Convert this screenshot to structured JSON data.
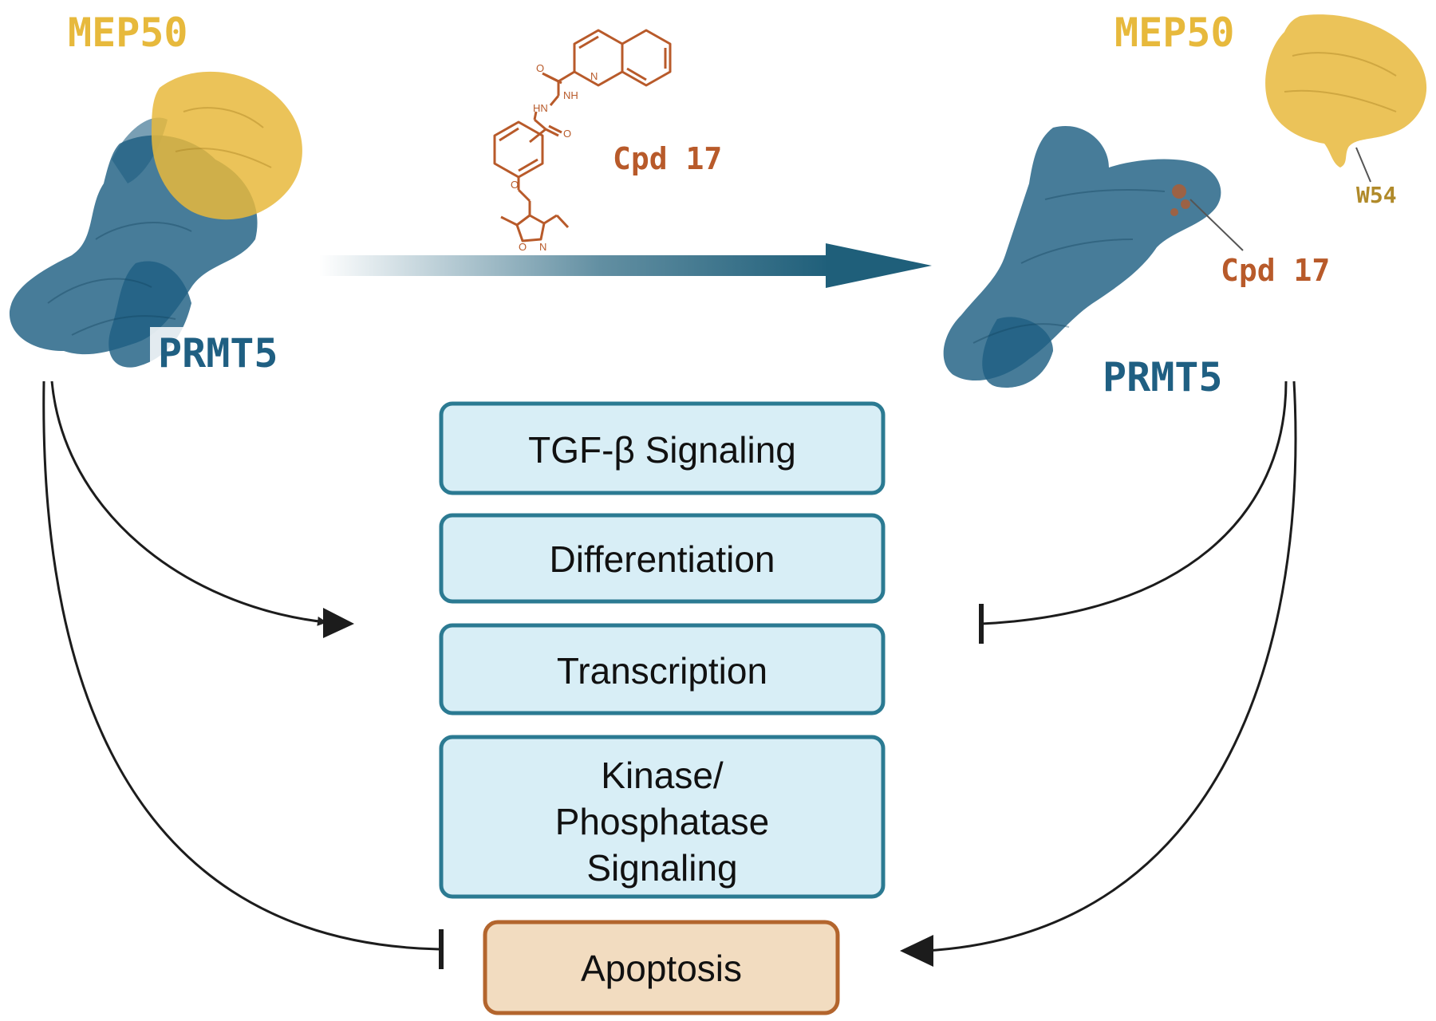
{
  "labels": {
    "mep50_left": "MEP50",
    "prmt5_left": "PRMT5",
    "mep50_right": "MEP50",
    "prmt5_right": "PRMT5",
    "cpd_top": "Cpd 17",
    "cpd_right": "Cpd 17",
    "w54": "W54"
  },
  "molecule_atoms": {
    "nh1": "NH",
    "nh2": "HN",
    "o1": "O",
    "o2": "O",
    "o3": "O",
    "n1": "N",
    "ring_o": "O",
    "ring_n": "N"
  },
  "pathways": [
    {
      "lines": [
        "TGF-β Signaling"
      ]
    },
    {
      "lines": [
        "Differentiation"
      ]
    },
    {
      "lines": [
        "Transcription"
      ]
    },
    {
      "lines": [
        "Kinase/",
        "Phosphatase",
        "Signaling"
      ]
    }
  ],
  "outcome": {
    "label": "Apoptosis"
  },
  "colors": {
    "prmt5": "#1f5f82",
    "mep50": "#e7b93c",
    "compound": "#b85a2a",
    "box_fill": "#d8eef6",
    "box_stroke": "#2b7a92",
    "apoptosis_fill": "#f2dcc0",
    "apoptosis_stroke": "#b3652d",
    "arrow": "#1f5f7a"
  }
}
